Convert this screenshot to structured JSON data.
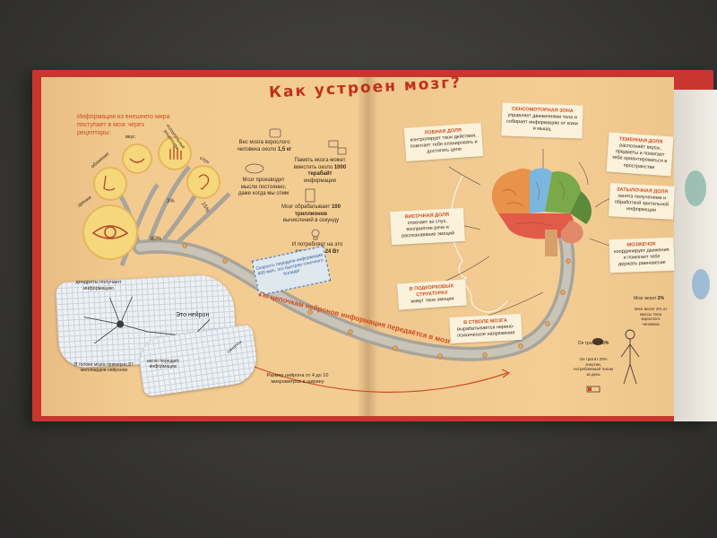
{
  "title": "Как устроен мозг?",
  "intro": "Информация из внешнего мира поступает в мозг через рецепторы:",
  "senses": [
    {
      "label": "зрение",
      "percent": "80%"
    },
    {
      "label": "обоняние",
      "percent": ""
    },
    {
      "label": "вкус",
      "percent": ""
    },
    {
      "label": "осязательные рецепторы",
      "percent": "3%"
    },
    {
      "label": "слух",
      "percent": "15%"
    }
  ],
  "facts": [
    {
      "text": "Вес мозга взрослого человека около",
      "value": "1,5 кг"
    },
    {
      "text": "Память мозга может вместить около",
      "value": "1000 терабайт",
      "suffix": "информации"
    },
    {
      "text": "Мозг производит мысли постоянно, даже когда мы спим",
      "value": ""
    },
    {
      "text": "Мозг обрабатывает",
      "value": "100 триллионов",
      "suffix": "вычислений в секунду"
    },
    {
      "text": "И потребляет на это всего лишь",
      "value": "24 Вт",
      "suffix": ""
    }
  ],
  "neuron": {
    "title": "Это нейрон",
    "dendrites": "дендриты получают информацию",
    "axon": "аксон передаёт информацию",
    "synapses": "синапсы",
    "count": "В голове мозга примерно 87 миллиардов нейронов",
    "size": "Размер нейрона от 4 до 10 микрометров в ширину"
  },
  "blue_note": "Скорость передачи информации 400 км/ч, это быстрее гоночного болида!",
  "chain_text": "По цепочкам нейронов информация передаётся в мозг",
  "zones": [
    {
      "name": "Лобная доля",
      "text": "контролирует твои действия, помогает тебе планировать и достигать цели"
    },
    {
      "name": "Сенсомоторная зона",
      "text": "управляет движениями тела и собирает информацию от кожи и мышц"
    },
    {
      "name": "Теменная доля",
      "text": "распознаёт вкусы, предметы и помогает тебе ориентироваться в пространстве"
    },
    {
      "name": "Височная доля",
      "text": "отвечает за слух, восприятие речи и распознавание эмоций"
    },
    {
      "name": "Затылочная доля",
      "text": "занята получением и обработкой зрительной информации"
    },
    {
      "name": "Мозжечок",
      "text": "координирует движения и помогает тебе держать равновесие"
    },
    {
      "name": "В подкорковых структурах",
      "text": "живут твои эмоции"
    },
    {
      "name": "В стволе мозга",
      "text": "вырабатывается нервно-психическое напряжение"
    }
  ],
  "body": {
    "brain_mass": "Мозг весит 2% от массы тела взрослого человека",
    "energy": "Он тратит 20% энергии, потребляемой телом за день",
    "left_label": "Мозг весит",
    "left_value": "2%",
    "right_label": "Он тратит",
    "right_value": "20%"
  },
  "colors": {
    "frontal": "#e8924a",
    "sensorimotor": "#7ab6e0",
    "parietal": "#7aa94a",
    "temporal": "#e25a48",
    "occipital": "#5a8a3a",
    "cerebellum": "#e08a6a",
    "stem": "#d6a06a",
    "accent": "#cf4c1e"
  }
}
